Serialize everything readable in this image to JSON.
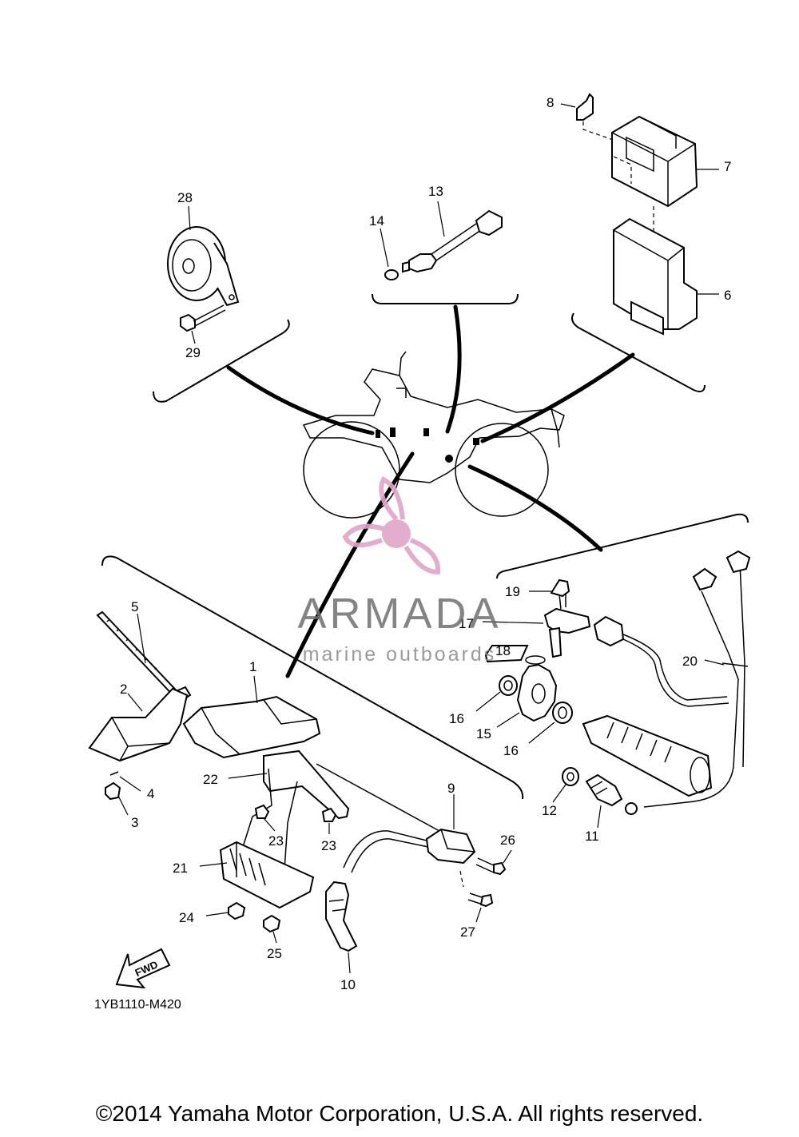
{
  "diagram": {
    "part_code": "1YB1110-M420",
    "fwd_label": "FWD",
    "callouts": [
      "1",
      "2",
      "3",
      "4",
      "5",
      "6",
      "7",
      "8",
      "9",
      "10",
      "11",
      "12",
      "13",
      "14",
      "15",
      "16",
      "16",
      "17",
      "18",
      "19",
      "20",
      "21",
      "22",
      "23",
      "23",
      "24",
      "25",
      "26",
      "27",
      "28",
      "29"
    ]
  },
  "watermark": {
    "brand": "ARMADA",
    "tagline": "marine outboards",
    "logo_color": "#e0a6c8"
  },
  "footer": {
    "copyright": "©2014 Yamaha Motor Corporation, U.S.A. All rights reserved."
  }
}
